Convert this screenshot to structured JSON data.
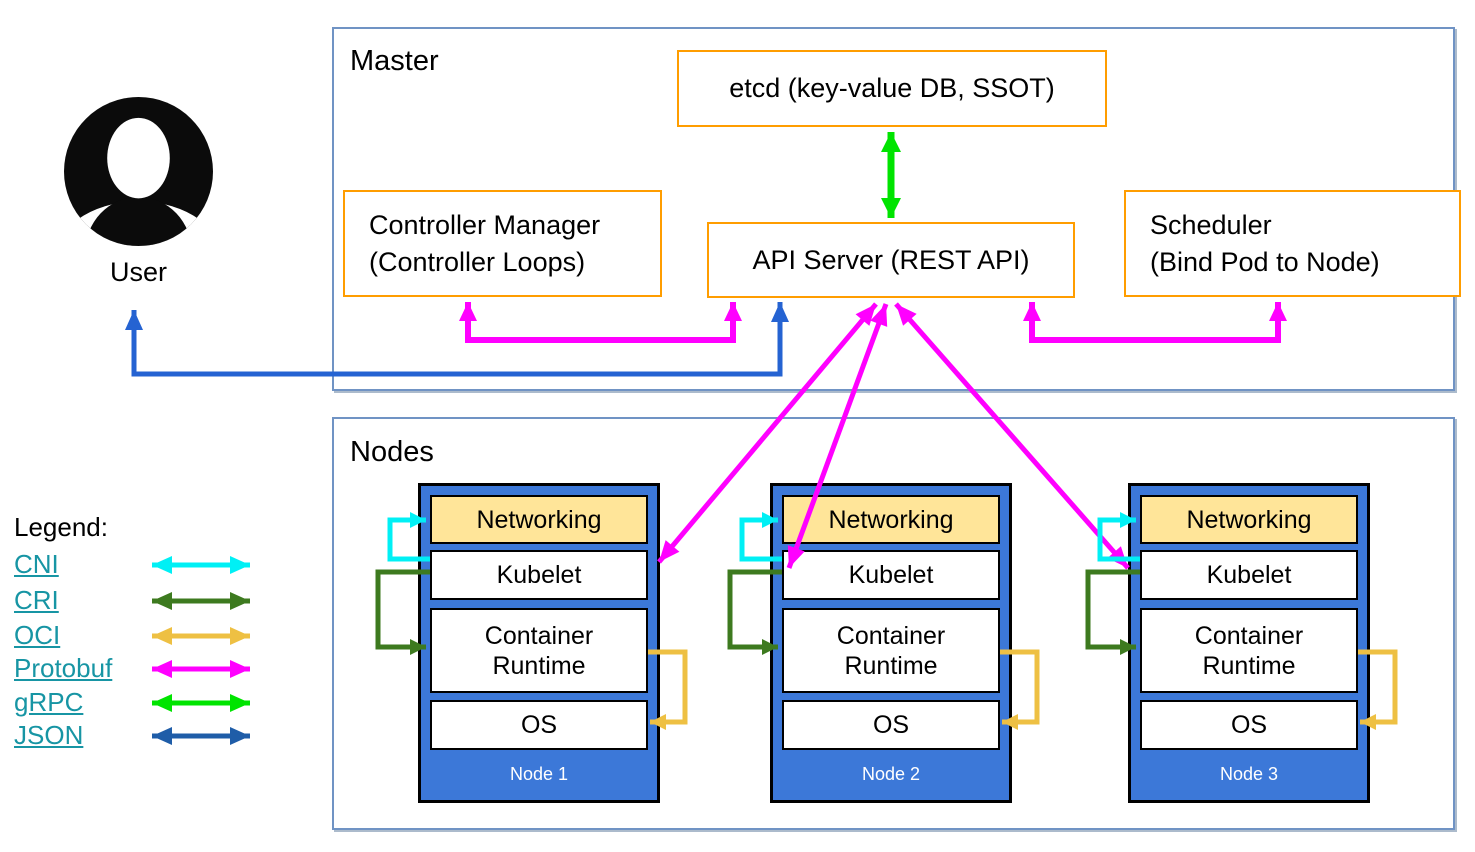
{
  "user": {
    "label": "User"
  },
  "master": {
    "label": "Master",
    "etcd": "etcd (key-value DB, SSOT)",
    "controller_manager_line1": "Controller Manager",
    "controller_manager_line2": "(Controller Loops)",
    "api_server": "API Server (REST API)",
    "scheduler_line1": "Scheduler",
    "scheduler_line2": "(Bind Pod to Node)"
  },
  "nodes_section": {
    "label": "Nodes",
    "layers": {
      "networking": "Networking",
      "kubelet": "Kubelet",
      "runtime": "Container Runtime",
      "os": "OS"
    },
    "items": [
      {
        "footer": "Node 1"
      },
      {
        "footer": "Node 2"
      },
      {
        "footer": "Node 3"
      }
    ]
  },
  "legend": {
    "title": "Legend:",
    "items": [
      {
        "label": "CNI"
      },
      {
        "label": "CRI"
      },
      {
        "label": "OCI"
      },
      {
        "label": "Protobuf"
      },
      {
        "label": "gRPC"
      },
      {
        "label": "JSON"
      }
    ]
  },
  "colors": {
    "cni": "#00f0f5",
    "cri": "#3d7a1f",
    "oci": "#eec043",
    "protobuf": "#ff00ff",
    "grpc": "#00e400",
    "json": "#1f5da8",
    "user_json_blue": "#2563d2",
    "box_orange": "#ff9d00",
    "container_border": "#7093c4",
    "node_blue": "#3c78d8",
    "networking_fill": "#ffe599",
    "legend_link": "#1795a4",
    "icon_black": "#0b0b0b"
  },
  "connections": [
    {
      "protocol": "gRPC",
      "from": "API Server",
      "to": "etcd"
    },
    {
      "protocol": "Protobuf",
      "from": "Controller Manager",
      "to": "API Server"
    },
    {
      "protocol": "Protobuf",
      "from": "Scheduler",
      "to": "API Server"
    },
    {
      "protocol": "Protobuf",
      "from": "API Server",
      "to": "Kubelet (Node 1)"
    },
    {
      "protocol": "Protobuf",
      "from": "API Server",
      "to": "Kubelet (Node 2)"
    },
    {
      "protocol": "Protobuf",
      "from": "API Server",
      "to": "Kubelet (Node 3)"
    },
    {
      "protocol": "JSON",
      "from": "User",
      "to": "API Server"
    },
    {
      "protocol": "CNI",
      "from": "Kubelet",
      "to": "Networking"
    },
    {
      "protocol": "CRI",
      "from": "Kubelet",
      "to": "Container Runtime"
    },
    {
      "protocol": "OCI",
      "from": "Container Runtime",
      "to": "OS"
    }
  ]
}
